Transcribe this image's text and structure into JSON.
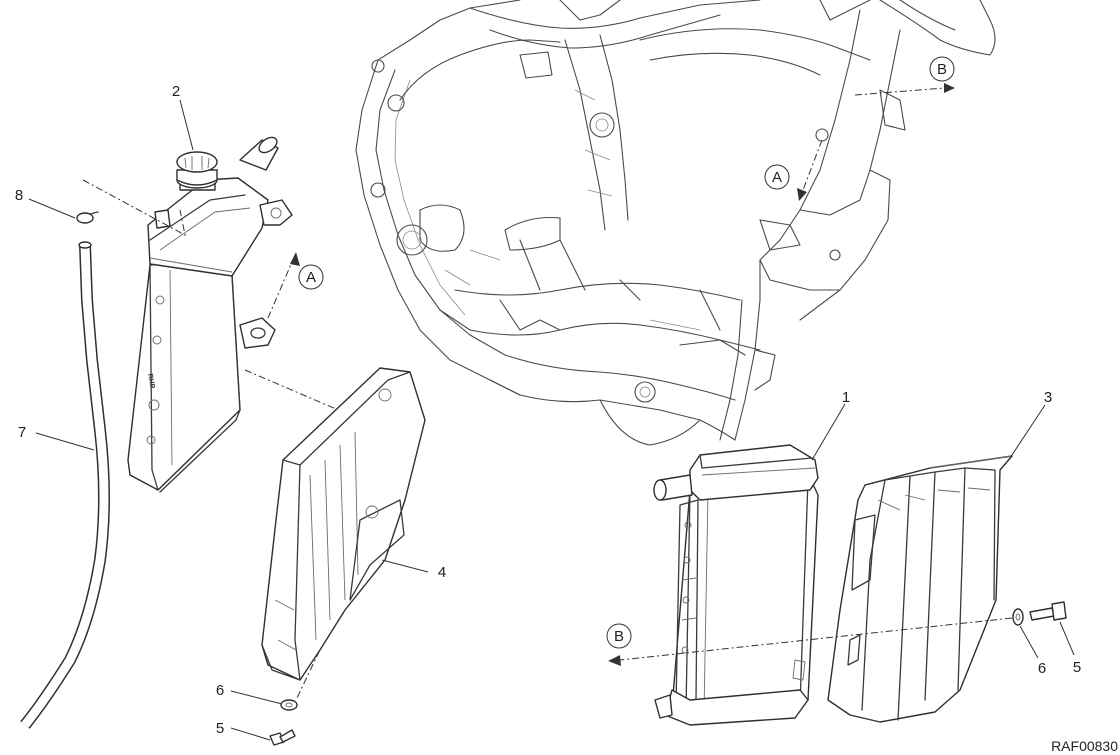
{
  "callouts": {
    "c1": "1",
    "c2": "2",
    "c3": "3",
    "c4": "4",
    "c5a": "5",
    "c5b": "5",
    "c6a": "6",
    "c6b": "6",
    "c7": "7",
    "c8": "8"
  },
  "view_markers": {
    "a_frame": "A",
    "a_left": "A",
    "b_frame": "B",
    "b_right": "B"
  },
  "radiator_stamp": "RHR",
  "drawing_ref": "RAF00830"
}
